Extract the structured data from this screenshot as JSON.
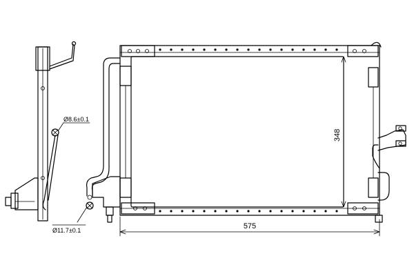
{
  "dimensions": {
    "width_label": "575",
    "height_label": "348"
  },
  "callouts": {
    "upper_fitting_label": "Ø8.6±0.1",
    "lower_fitting_label": "Ø11.7±0.1"
  }
}
